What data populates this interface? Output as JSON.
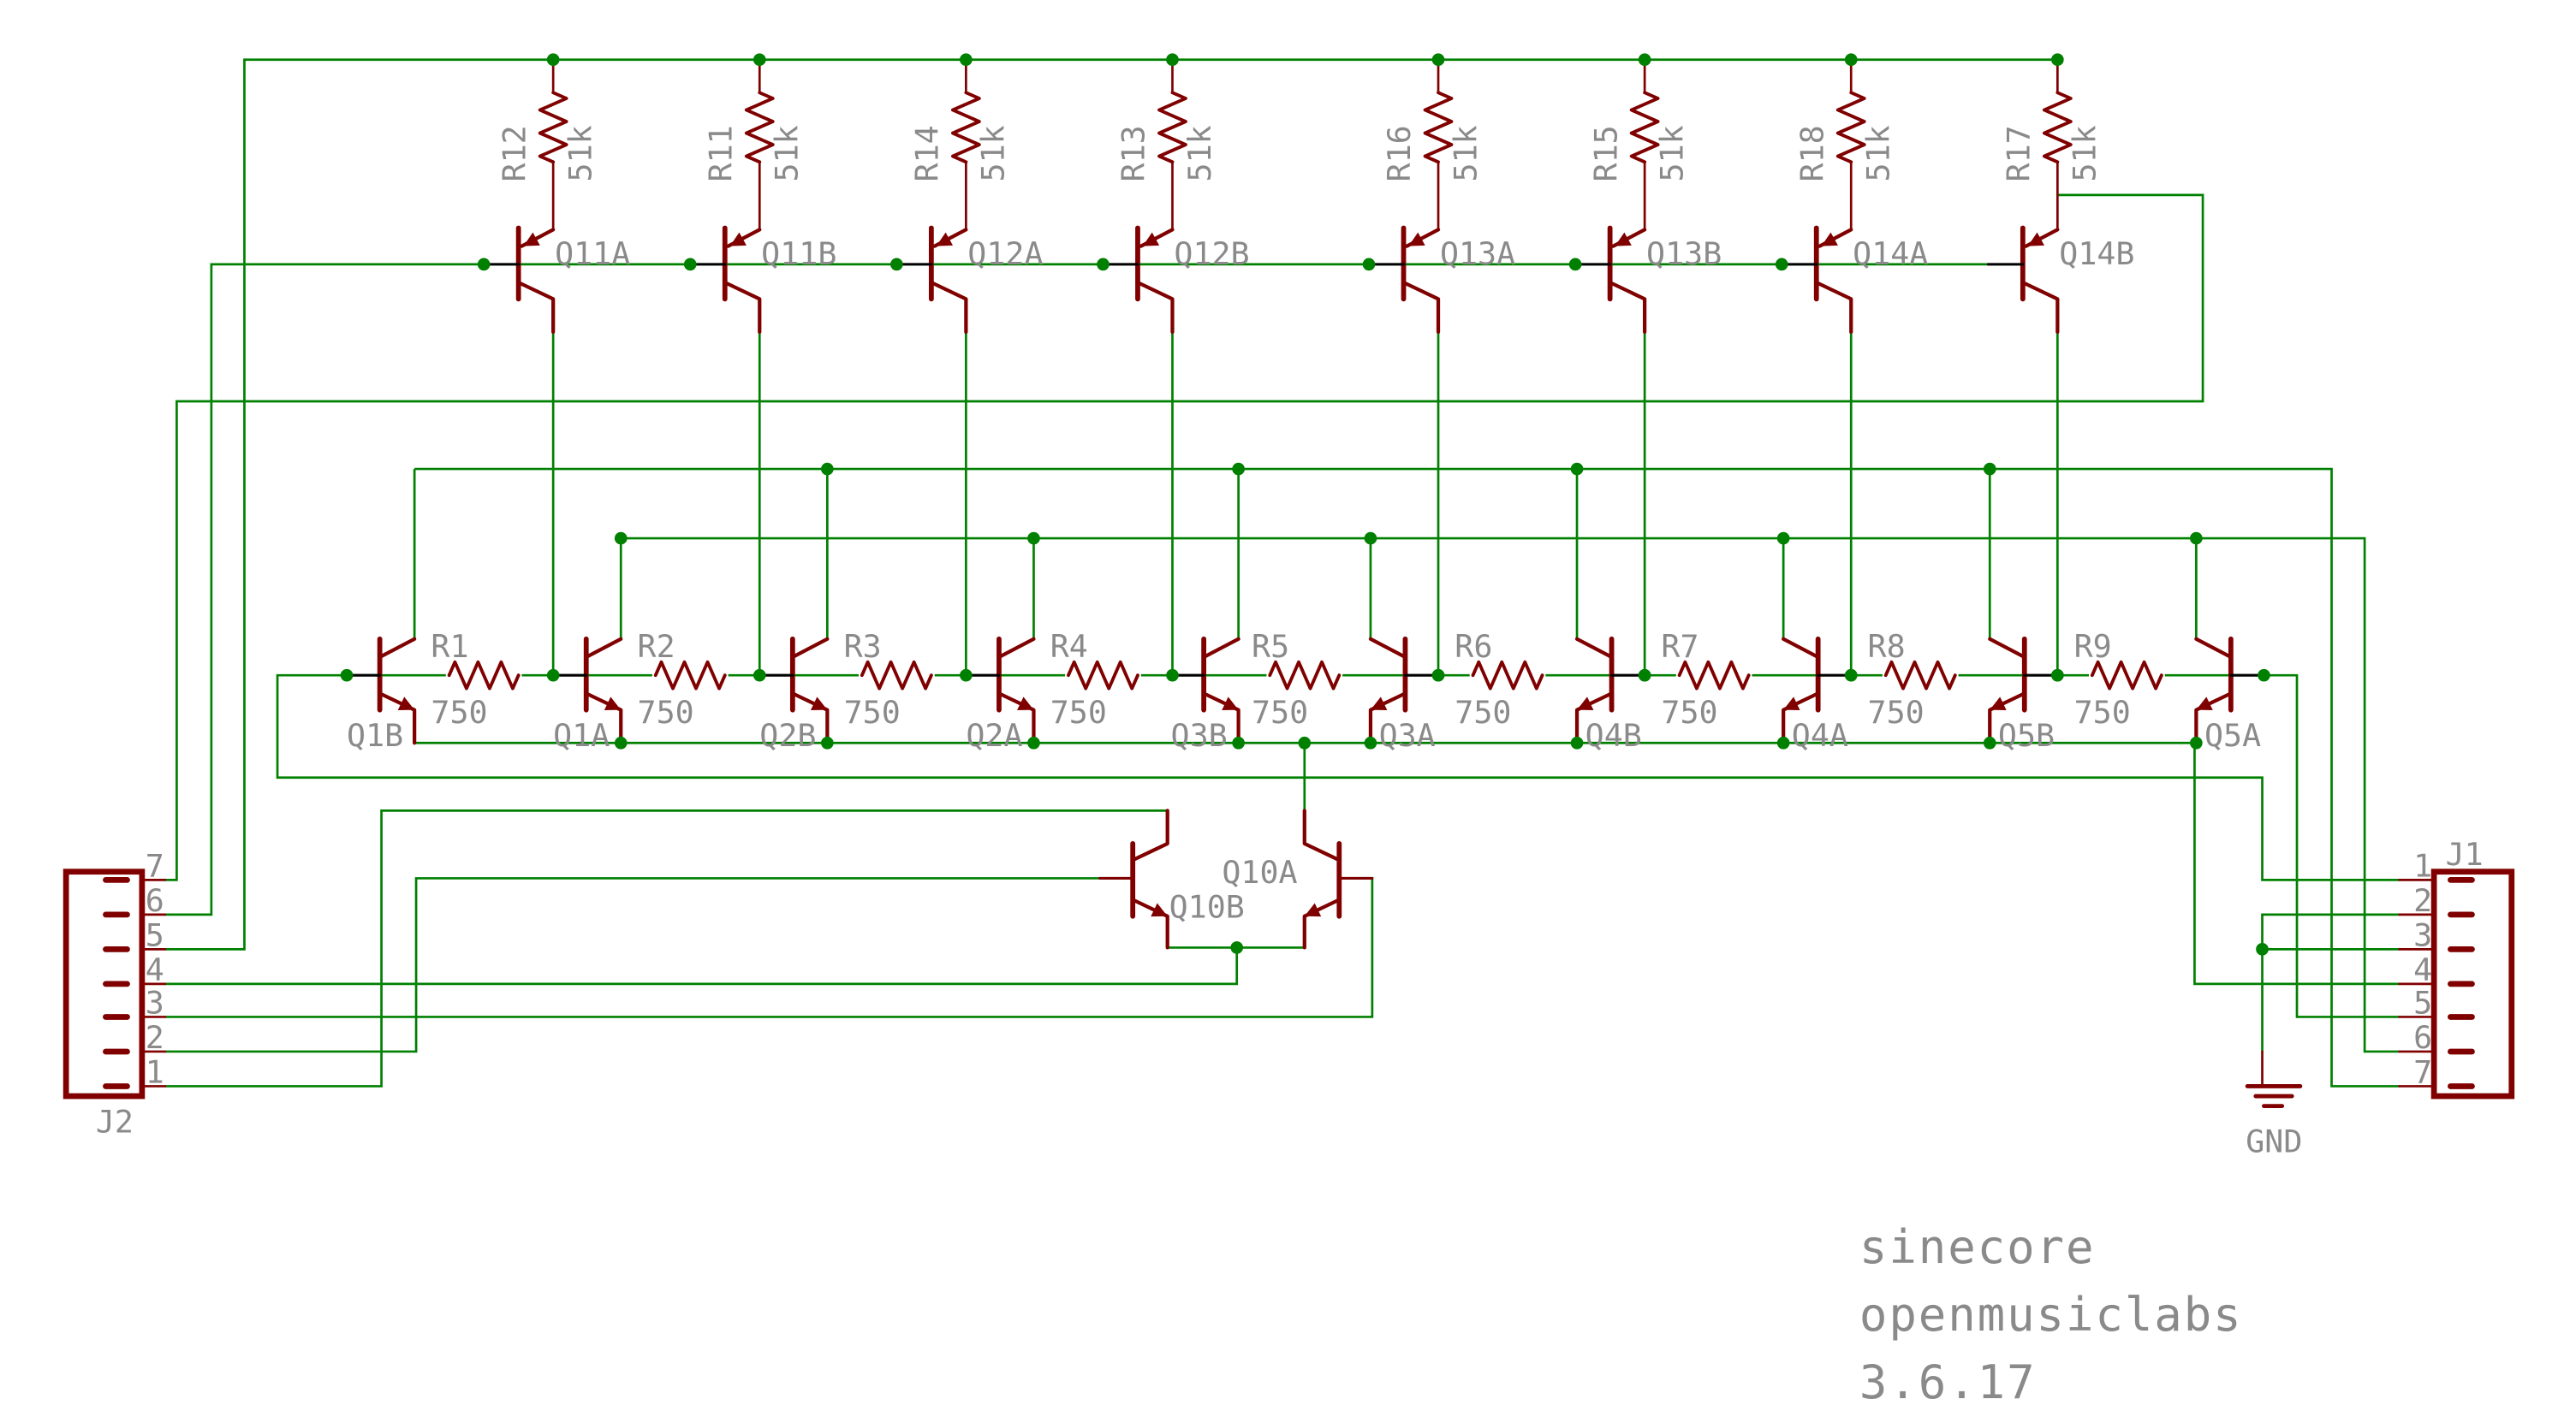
{
  "colors": {
    "wire": "#008000",
    "symbol": "#800000",
    "text": "#8a8a8a",
    "background": "#ffffff"
  },
  "top_stage": [
    {
      "resistor": "R12",
      "value": "51k",
      "transistor": "Q11A"
    },
    {
      "resistor": "R11",
      "value": "51k",
      "transistor": "Q11B"
    },
    {
      "resistor": "R14",
      "value": "51k",
      "transistor": "Q12A"
    },
    {
      "resistor": "R13",
      "value": "51k",
      "transistor": "Q12B"
    },
    {
      "resistor": "R16",
      "value": "51k",
      "transistor": "Q13A"
    },
    {
      "resistor": "R15",
      "value": "51k",
      "transistor": "Q13B"
    },
    {
      "resistor": "R18",
      "value": "51k",
      "transistor": "Q14A"
    },
    {
      "resistor": "R17",
      "value": "51k",
      "transistor": "Q14B"
    }
  ],
  "ladder": {
    "transistors": [
      "Q1B",
      "Q1A",
      "Q2B",
      "Q2A",
      "Q3B",
      "Q3A",
      "Q4B",
      "Q4A",
      "Q5B",
      "Q5A"
    ],
    "resistors": [
      {
        "label": "R1",
        "value": "750"
      },
      {
        "label": "R2",
        "value": "750"
      },
      {
        "label": "R3",
        "value": "750"
      },
      {
        "label": "R4",
        "value": "750"
      },
      {
        "label": "R5",
        "value": "750"
      },
      {
        "label": "R6",
        "value": "750"
      },
      {
        "label": "R7",
        "value": "750"
      },
      {
        "label": "R8",
        "value": "750"
      },
      {
        "label": "R9",
        "value": "750"
      }
    ]
  },
  "diff_pair": {
    "left": "Q10B",
    "right": "Q10A"
  },
  "connectors": {
    "j1": {
      "label": "J1",
      "pins": [
        "1",
        "2",
        "3",
        "4",
        "5",
        "6",
        "7"
      ]
    },
    "j2": {
      "label": "J2",
      "pins": [
        "7",
        "6",
        "5",
        "4",
        "3",
        "2",
        "1"
      ]
    }
  },
  "ground": {
    "label": "GND"
  },
  "notes": [
    "sinecore",
    "openmusiclabs",
    "3.6.17"
  ]
}
